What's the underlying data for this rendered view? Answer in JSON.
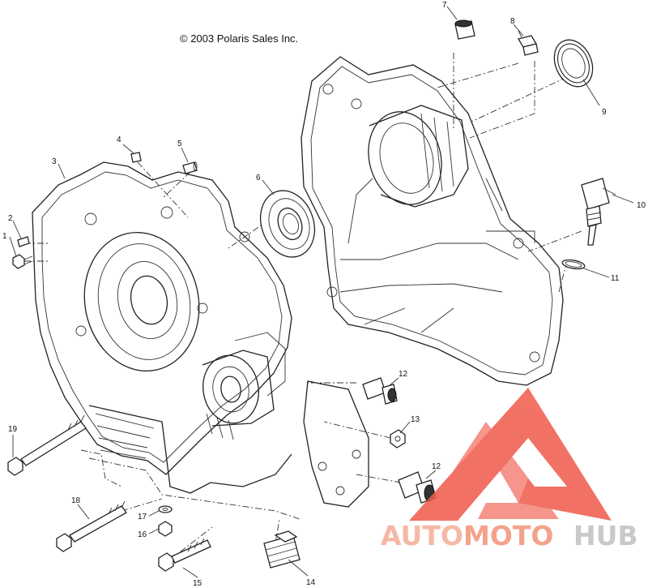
{
  "copyright": "© 2003 Polaris Sales Inc.",
  "watermark": {
    "part_a": "AUTO",
    "part_b": "MOTO",
    "part_c": "HUB",
    "color_a": "#f6b8a6",
    "color_b": "#f3a28c",
    "color_c": "#c9c9c9",
    "logo_color": "#ef5a4a"
  },
  "callouts": {
    "c1": "1",
    "c2": "2",
    "c3": "3",
    "c4": "4",
    "c5": "5",
    "c6": "6",
    "c7": "7",
    "c8": "8",
    "c9": "9",
    "c10": "10",
    "c11": "11",
    "c12a": "12",
    "c12b": "12",
    "c13": "13",
    "c14": "14",
    "c15": "15",
    "c16": "16",
    "c17": "17",
    "c18": "18",
    "c19": "19"
  }
}
